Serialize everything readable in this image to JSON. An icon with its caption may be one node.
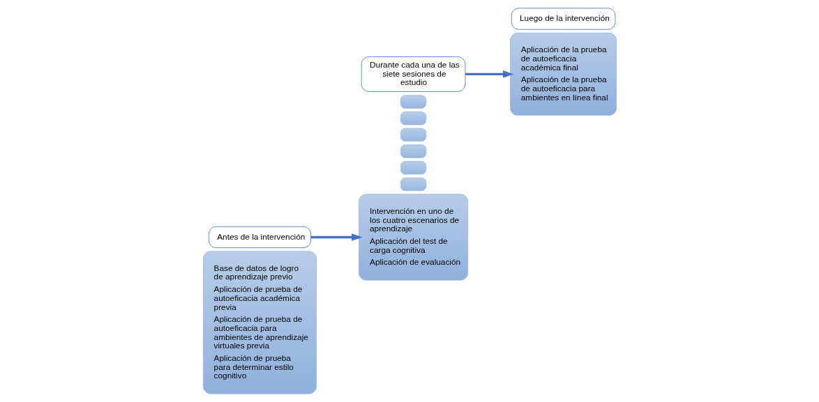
{
  "diagram": {
    "nodes": [
      {
        "text": [
          "Base de datos de logro de aprendizaje previo",
          "Aplicación de prueba de autoeficacia académica previa",
          "Aplicación de prueba de autoeficacia para ambientes de aprendizaje virtuales previa",
          "Aplicación de prueba para determinar estilo cognitivo"
        ]
      },
      {
        "text": [
          "Antes de la intervención"
        ]
      },
      {
        "text": [],
        "shape": "box"
      },
      {
        "text": [],
        "shape": "box"
      },
      {
        "text": [],
        "shape": "box"
      },
      {
        "text": [],
        "shape": "box"
      },
      {
        "text": [],
        "shape": "box"
      },
      {
        "text": [],
        "shape": "box"
      },
      {
        "text": [
          "Intervención en uno de los cuatro escenarios de aprendizaje",
          "Aplicación del test de carga cognitiva",
          "Aplicación de evaluación"
        ]
      },
      {
        "text": [
          "Durante cada una de las siete sesiones de estudio"
        ]
      },
      {
        "text": [
          "Aplicación de la prueba de autoeficacia académica final",
          "Aplicación de la prueba de autoeficacia para ambientes en línea final"
        ]
      },
      {
        "text": [
          "Luego de la intervención"
        ]
      }
    ],
    "edges": [
      {
        "from": 1,
        "to": 8,
        "arrow": "to"
      },
      {
        "from": 9,
        "to": 10,
        "arrow": "to"
      }
    ]
  }
}
